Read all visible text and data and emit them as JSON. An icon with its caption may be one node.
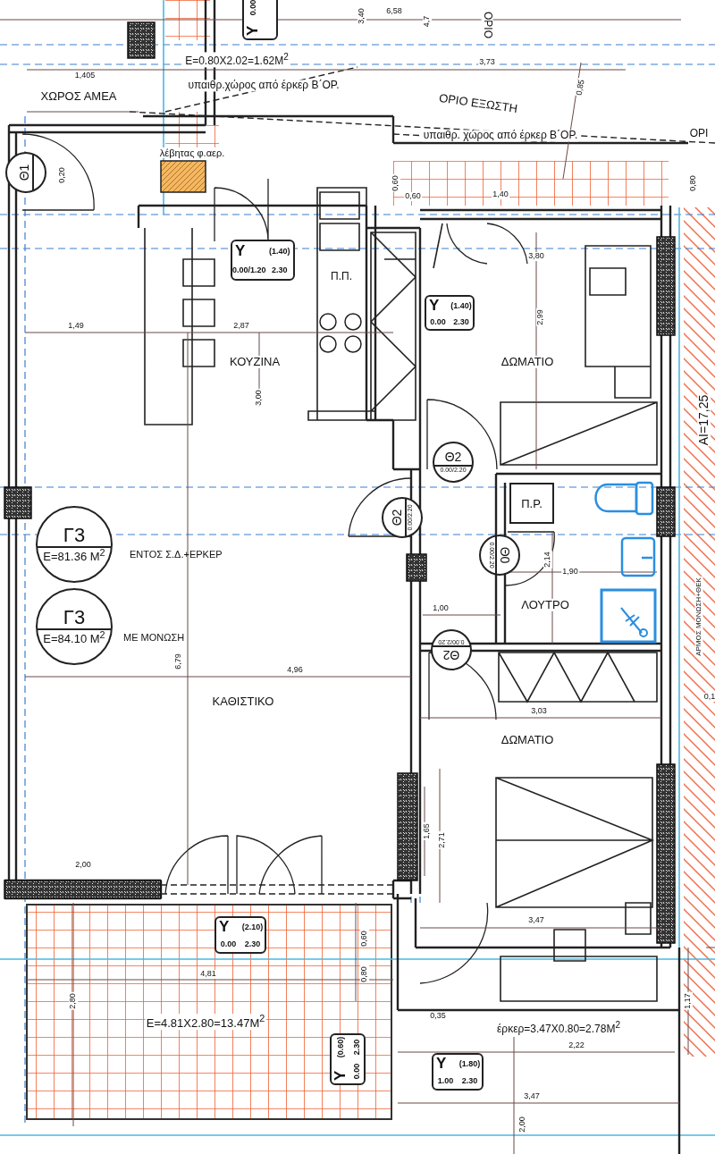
{
  "diagram": {
    "nodes": [
      {
        "text": [
          "Y",
          "(1.40)",
          "0.00/1.20",
          "2.30"
        ]
      },
      {
        "text": [
          "Y",
          "(1.40)",
          "0.00",
          "2.30"
        ]
      },
      {
        "text": [
          "Y",
          "(2.10)",
          "0.00",
          "2.30"
        ]
      },
      {
        "text": [
          "Y",
          "(1.80)",
          "1.00",
          "2.30"
        ]
      },
      {
        "text": [
          "Y",
          "(0.60)",
          "0.00",
          "2.30"
        ]
      },
      {
        "text": [
          "Y",
          "0.00"
        ]
      },
      {
        "text": [
          "Γ3",
          "E=81.36 M$^{2}$"
        ],
        "beside": [
          "ΕΝΤΟΣ Σ.Δ.+ΕΡΚΕΡ"
        ]
      },
      {
        "text": [
          "Γ3",
          "E=84.10 M$^{2}$"
        ],
        "beside": [
          "ΜΕ ΜΟΝΩΣΗ"
        ]
      },
      {
        "text": [
          "Θ2",
          "0.00/2.20"
        ]
      },
      {
        "text": [
          "Θ2",
          "0.00/2.20"
        ]
      },
      {
        "text": [
          "Θ0",
          "0.00/2.20"
        ]
      },
      {
        "text": [
          "Θ2",
          "0.00/2.20"
        ]
      },
      {
        "text": [
          "Θ1"
        ]
      },
      {
        "text": [
          "Π.Ρ."
        ]
      }
    ],
    "labels": [
      "3,40",
      "6,58",
      "4,7",
      "ΟΡΙΟ",
      "E=0.80X2.02=1.62M$^{2}$",
      "3,73",
      "1,405",
      "υπαιθρ.χώρος από έρκερ Β΄ΟΡ.",
      "ΧΩΡΟΣ ΑΜΕΑ",
      "ΟΡΙΟ ΕΞΩΣΤΗ",
      "0,85",
      "υπαιθρ. χώρος από έρκερ Β΄ΟΡ.",
      "ΟΡΙ",
      "λέβητας φ.αερ.",
      "0,20",
      "0,60",
      "0,60",
      "1,40",
      "0,80",
      "3,80",
      "Π.Π.",
      "2,99",
      "1,49",
      "2,87",
      "ΚΟΥΖΙΝΑ",
      "ΔΩΜΑΤΙΟ",
      "3,00",
      "ΑΙ=17,25",
      "2,14",
      "1,90",
      "ΛΟΥΤΡΟ",
      "1,00",
      "ΑΡΜΟΣ ΜΟΝΩΣΗ+ΘΕΚ",
      "6,79",
      "4,96",
      "ΚΑΘΙΣΤΙΚΟ",
      "0,1",
      "3,03",
      "ΔΩΜΑΤΙΟ",
      "1,65",
      "2,71",
      "2,00",
      "3,47",
      "0,60",
      "4,81",
      "0,80",
      "2,80",
      "E=4.81X2.80=13.47M$^{2}$",
      "0,35",
      "έρκερ=3.47X0.80=2.78M$^{2}$",
      "1,17",
      "2,22",
      "3,47",
      "2,00"
    ]
  }
}
